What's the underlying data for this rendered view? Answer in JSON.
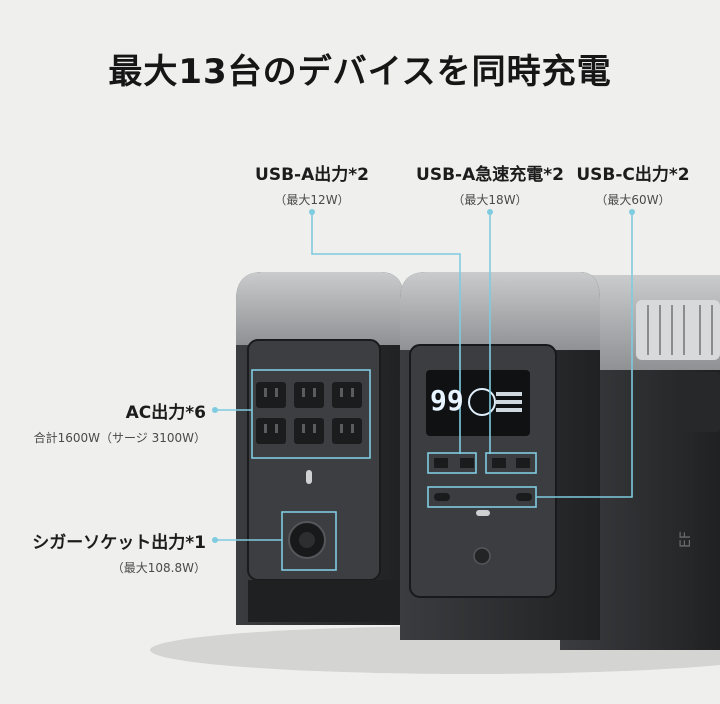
{
  "title": "最大13台のデバイスを同時充電",
  "labels": {
    "usb_a": {
      "main": "USB-A出力*2",
      "sub": "（最大12W）"
    },
    "usb_a_fast": {
      "main": "USB-A急速充電*2",
      "sub": "（最大18W）"
    },
    "usb_c": {
      "main": "USB-C出力*2",
      "sub": "（最大60W）"
    },
    "ac": {
      "main": "AC出力*6",
      "sub": "合計1600W（サージ 3100W）"
    },
    "cigar": {
      "main": "シガーソケット出力*1",
      "sub": "（最大108.8W）"
    }
  },
  "display": {
    "reading": "99"
  },
  "colors": {
    "callout": "#7fcbe0",
    "body_dark": "#2b2d30",
    "body_silver": "#a6a8aa"
  }
}
